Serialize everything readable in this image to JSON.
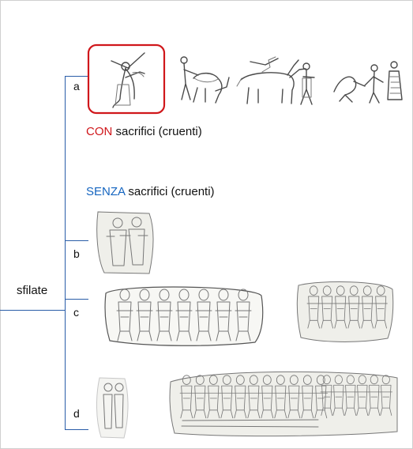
{
  "labels": {
    "root": "sfilate",
    "a": "a",
    "b": "b",
    "c": "c",
    "d": "d"
  },
  "captions": {
    "with_prefix": "CON",
    "with_rest": " sacrifici (cruenti)",
    "without_prefix": "SENZA",
    "without_rest": " sacrifici (cruenti)"
  },
  "colors": {
    "line": "#2a5da8",
    "red": "#d0171b",
    "blue": "#1565c0"
  }
}
